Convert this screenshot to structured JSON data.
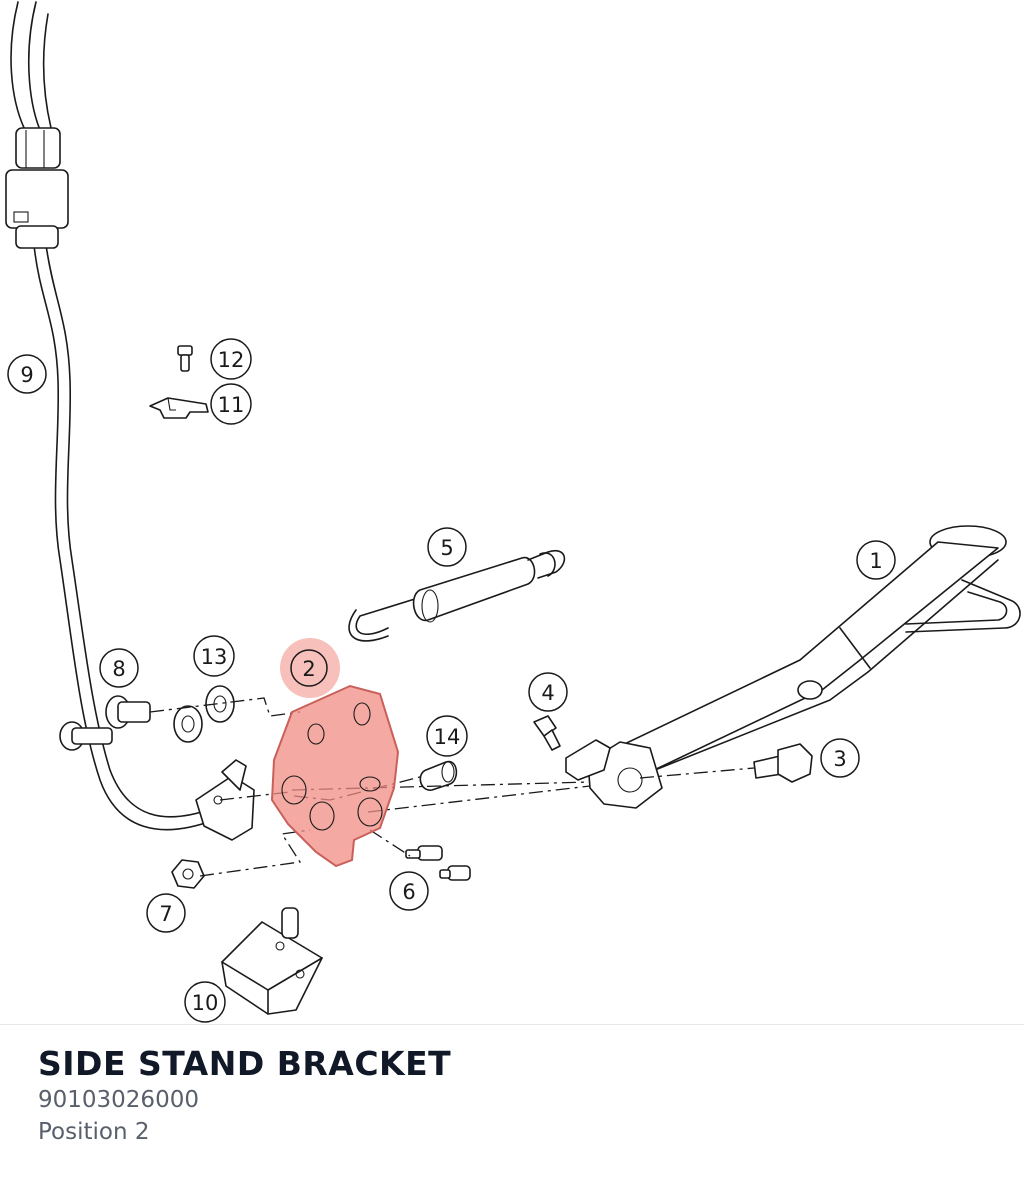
{
  "part": {
    "title": "SIDE STAND BRACKET",
    "number": "90103026000",
    "position": "Position 2"
  },
  "highlight_color": "#f08c84",
  "callouts": [
    {
      "id": "1",
      "label": "1"
    },
    {
      "id": "2",
      "label": "2",
      "highlighted": true
    },
    {
      "id": "3",
      "label": "3"
    },
    {
      "id": "4",
      "label": "4"
    },
    {
      "id": "5",
      "label": "5"
    },
    {
      "id": "6",
      "label": "6"
    },
    {
      "id": "7",
      "label": "7"
    },
    {
      "id": "8",
      "label": "8"
    },
    {
      "id": "9",
      "label": "9"
    },
    {
      "id": "10",
      "label": "10"
    },
    {
      "id": "11",
      "label": "11"
    },
    {
      "id": "12",
      "label": "12"
    },
    {
      "id": "13",
      "label": "13"
    },
    {
      "id": "14",
      "label": "14"
    }
  ]
}
